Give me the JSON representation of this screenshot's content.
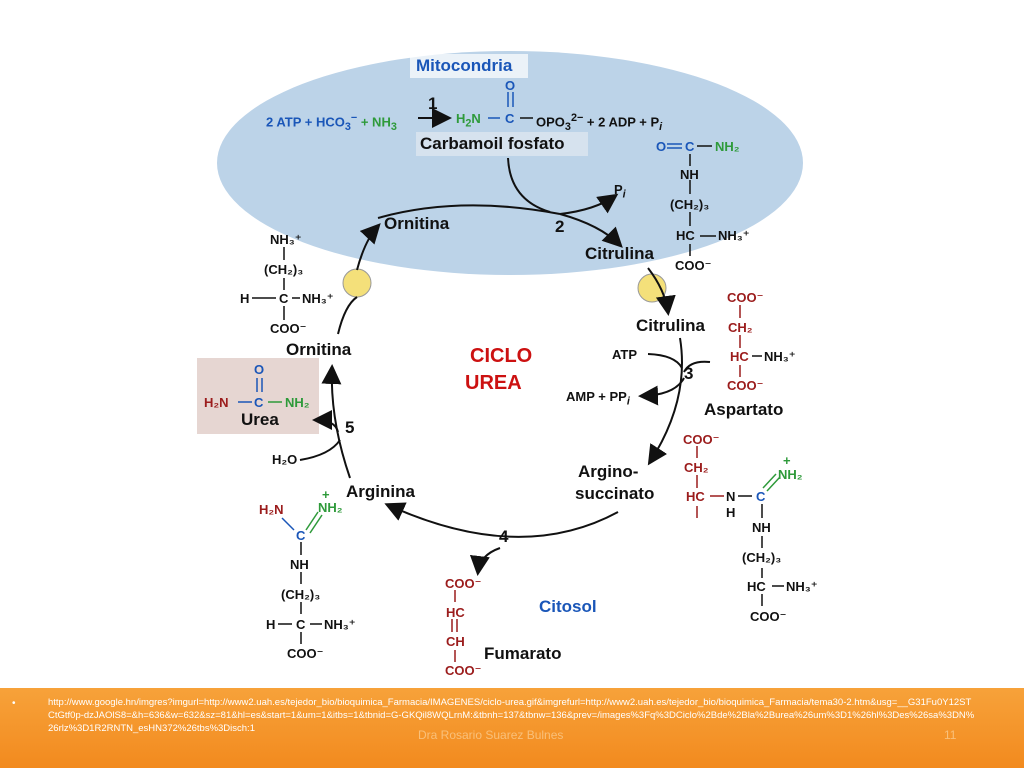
{
  "diagram": {
    "mitochondria_label": "Mitocondria",
    "reaction1": {
      "left": "2 ATP + HCO",
      "left_hco_sup": "3",
      "left_hco_charge": "−",
      "plus_nh3": " + NH",
      "nh3_sub": "3",
      "step": "1",
      "product_h2n": "H",
      "product_n": "N",
      "product_c": "C",
      "product_o": "O",
      "product_opo": "OPO",
      "opo_sub": "3",
      "opo_charge": "2−",
      "right": " + 2 ADP + P",
      "pi_sub": "i"
    },
    "carbamoil_fosfato": "Carbamoil  fosfato",
    "ornitina_mito": "Ornitina",
    "citrulina_mito": "Citrulina",
    "step2": "2",
    "pi": "P",
    "pi_i": "i",
    "citrulina_cyt": "Citrulina",
    "ornitina_cyt": "Ornitina",
    "ciclo": "CICLO",
    "urea_title": "UREA",
    "atp": "ATP",
    "amp": "AMP + PP",
    "amp_i": "i",
    "step3": "3",
    "aspartato": "Aspartato",
    "argino": "Argino-",
    "succinato": "succinato",
    "step4": "4",
    "arginina": "Arginina",
    "fumarato": "Fumarato",
    "citosol": "Citosol",
    "step5": "5",
    "h2o": "H₂O",
    "urea_box": "Urea",
    "citrulline_struct": [
      "O",
      "C",
      "NH₂",
      "NH",
      "(CH₂)₃",
      "HC",
      "NH₃⁺",
      "COO⁻"
    ],
    "ornithine_struct": [
      "NH₃⁺",
      "(CH₂)₃",
      "H",
      "C",
      "NH₃⁺",
      "COO⁻"
    ],
    "aspartate_struct": [
      "COO⁻",
      "CH₂",
      "HC",
      "NH₃⁺",
      "COO⁻"
    ],
    "argininosuccinate_struct": [
      "COO⁻",
      "CH₂",
      "HC",
      "N",
      "H",
      "C",
      "NH₂",
      "+",
      "NH",
      "(CH₂)₃",
      "HC",
      "NH₃⁺",
      "COO⁻"
    ],
    "arginine_struct": [
      "H₂N",
      "C",
      "NH₂",
      "+",
      "NH",
      "(CH₂)₃",
      "H",
      "C",
      "NH₃⁺",
      "COO⁻"
    ],
    "fumarate_struct": [
      "COO⁻",
      "HC",
      "CH",
      "COO⁻"
    ],
    "urea_struct": [
      "O",
      "H₂N",
      "C",
      "NH₂"
    ]
  },
  "footer": {
    "bullet": "•",
    "source": "http://www.google.hn/imgres?imgurl=http://www2.uah.es/tejedor_bio/bioquimica_Farmacia/IMAGENES/ciclo-urea.gif&imgrefurl=http://www2.uah.es/tejedor_bio/bioquimica_Farmacia/tema30-2.htm&usg=__G31Fu0Y12STCtGtf0p-dzJAOlS8=&h=636&w=632&sz=81&hl=es&start=1&um=1&itbs=1&tbnid=G-GKQil8WQLrnM:&tbnh=137&tbnw=136&prev=/images%3Fq%3DCiclo%2Bde%2Bla%2Burea%26um%3D1%26hl%3Des%26sa%3DN%26rlz%3D1R2RNTN_esHN372%26tbs%3Disch:1",
    "author": "Dra Rosario Suarez Bulnes",
    "page": "11"
  },
  "colors": {
    "mitochondria_fill": "#bcd3e8",
    "footer": "#f39027",
    "accent_red": "#cc1111",
    "blue": "#1a56b8",
    "green": "#2e9a3a",
    "darkred": "#9b1c1c"
  }
}
